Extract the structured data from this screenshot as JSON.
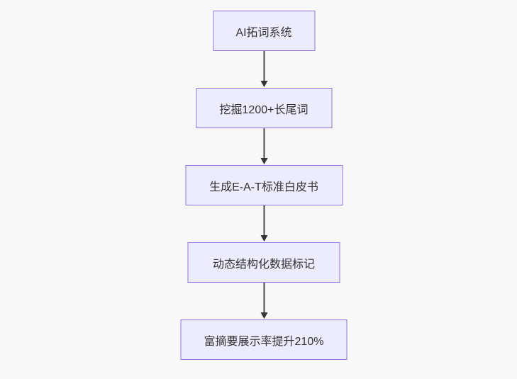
{
  "diagram": {
    "type": "flowchart",
    "direction": "top-down",
    "nodes": [
      {
        "id": "node-1",
        "label": "AI拓词系统"
      },
      {
        "id": "node-2",
        "label": "挖掘1200+长尾词"
      },
      {
        "id": "node-3",
        "label": "生成E-A-T标准白皮书"
      },
      {
        "id": "node-4",
        "label": "动态结构化数据标记"
      },
      {
        "id": "node-5",
        "label": "富摘要展示率提升210%"
      }
    ],
    "edges": [
      {
        "from": "node-1",
        "to": "node-2"
      },
      {
        "from": "node-2",
        "to": "node-3"
      },
      {
        "from": "node-3",
        "to": "node-4"
      },
      {
        "from": "node-4",
        "to": "node-5"
      }
    ],
    "colors": {
      "background": "#f8f8f8",
      "node_fill": "#ECECFF",
      "node_border": "#9370DB",
      "arrow_line": "#4d4d4d",
      "arrow_head": "#333333",
      "text": "#333333"
    }
  }
}
